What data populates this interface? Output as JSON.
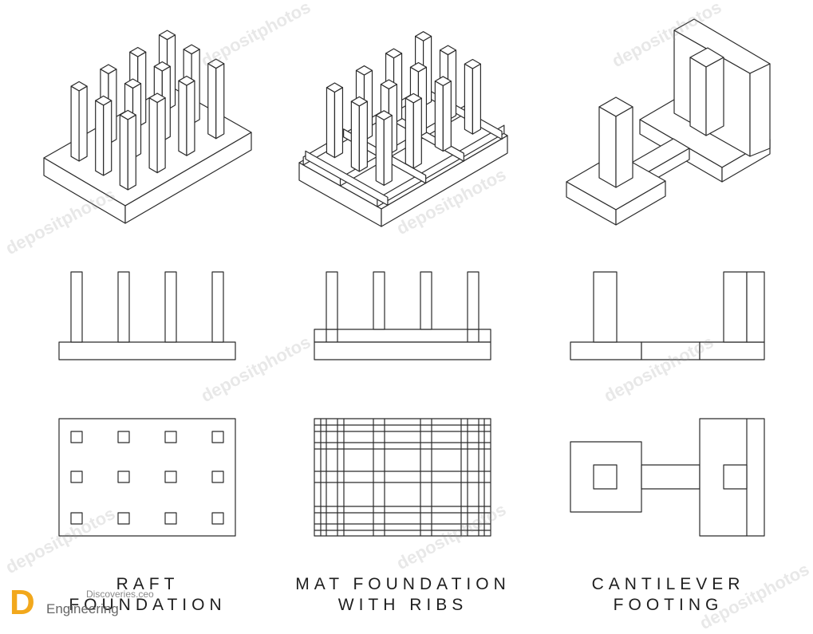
{
  "captions": {
    "raft": [
      "RAFT",
      "FOUNDATION"
    ],
    "mat": [
      "MAT FOUNDATION",
      "WITH RIBS"
    ],
    "cantilever": [
      "CANTILEVER",
      "FOOTING"
    ]
  },
  "watermark": "depositphotos",
  "logo": {
    "small": "Discoveries.ceo",
    "big": "Engineering"
  },
  "colors": {
    "line": "#2b2b2b",
    "logo_accent": "#f2a81c"
  }
}
